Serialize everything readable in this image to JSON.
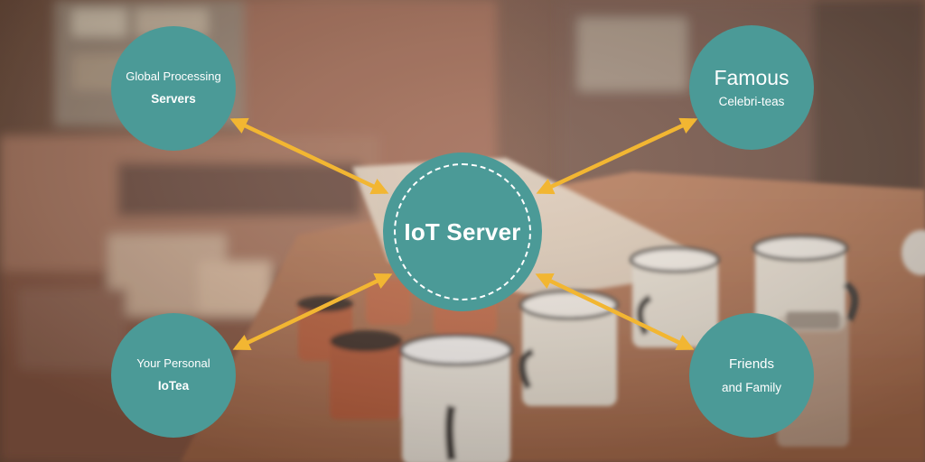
{
  "colors": {
    "node_fill": "#4b9a97",
    "arrow": "#f2b632"
  },
  "center_node": {
    "label": "IoT Server"
  },
  "nodes": {
    "global_processing": {
      "line1": "Global Processing",
      "line2": "Servers"
    },
    "famous": {
      "line1": "Famous",
      "line2": "Celebri-teas"
    },
    "your_personal": {
      "line1": "Your Personal",
      "line2": "IoTea"
    },
    "friends": {
      "line1": "Friends",
      "line2": "and Family"
    }
  }
}
